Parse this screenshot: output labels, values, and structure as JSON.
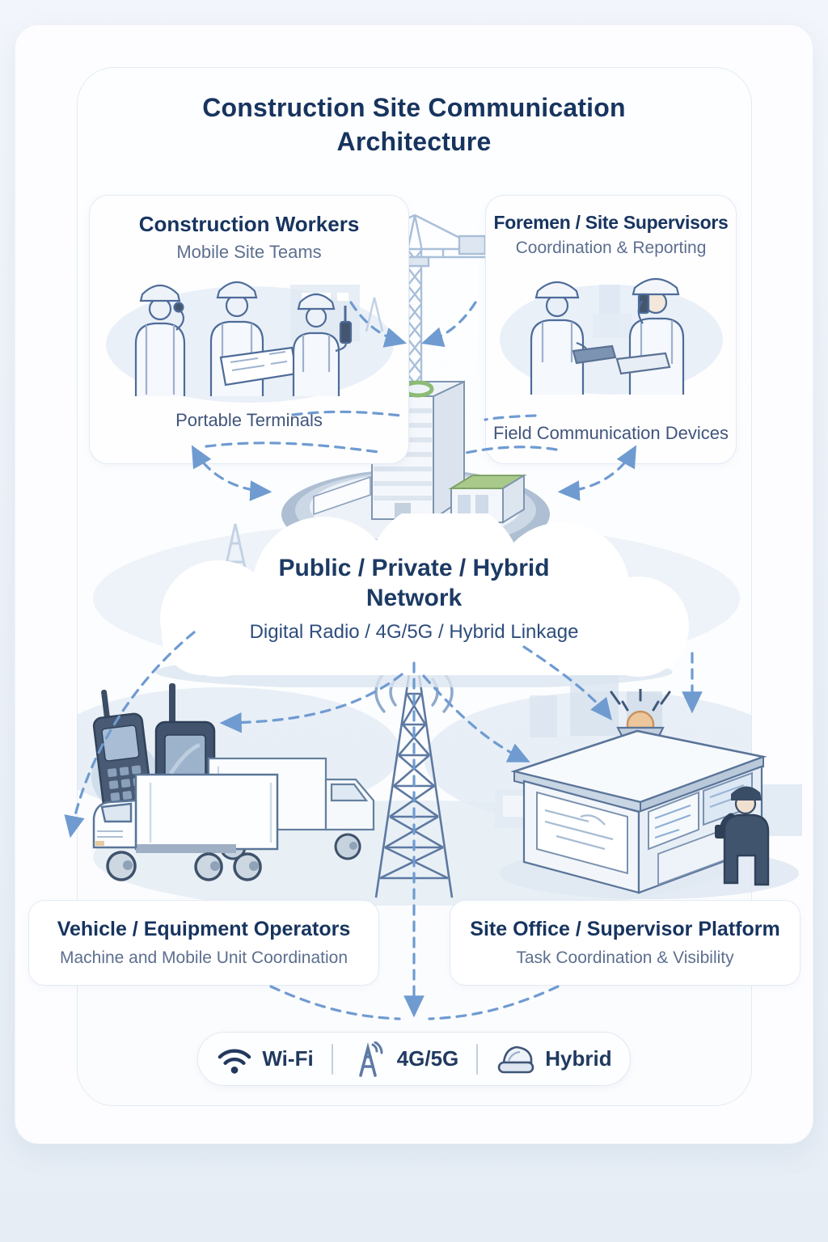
{
  "title": "Construction Site Communication Architecture",
  "top_left": {
    "title": "Construction Workers",
    "subtitle": "Mobile Site Teams",
    "label": "Portable Terminals",
    "illustration": "construction-workers-illustration"
  },
  "top_right": {
    "title": "Foremen / Site Supervisors",
    "subtitle": "Coordination & Reporting",
    "label": "Field Communication Devices",
    "illustration": "foremen-illustration"
  },
  "center": {
    "illustration": "network-hub-building-illustration"
  },
  "network": {
    "title": "Public / Private / Hybrid Network",
    "subtitle": "Digital Radio / 4G/5G / Hybrid Linkage"
  },
  "bottom_left": {
    "title": "Vehicle / Equipment Operators",
    "subtitle": "Machine and Mobile Unit Coordination",
    "illustration": "trucks-and-radios-illustration"
  },
  "bottom_right": {
    "title": "Site Office / Supervisor Platform",
    "subtitle": "Task Coordination & Visibility",
    "illustration": "site-office-illustration"
  },
  "legend": {
    "items": [
      {
        "icon": "wifi-icon",
        "label": "Wi-Fi"
      },
      {
        "icon": "cell-tower-icon",
        "label": "4G/5G"
      },
      {
        "icon": "hybrid-device-icon",
        "label": "Hybrid"
      }
    ]
  },
  "colors": {
    "navy": "#17345f",
    "slate": "#5d6f8f",
    "arrow_blue": "#6f9bd1",
    "outline_blue": "#5a7499",
    "light_blue": "#cfdcec",
    "accent_green": "#8cbb74",
    "beacon_orange": "#ecc79c"
  }
}
